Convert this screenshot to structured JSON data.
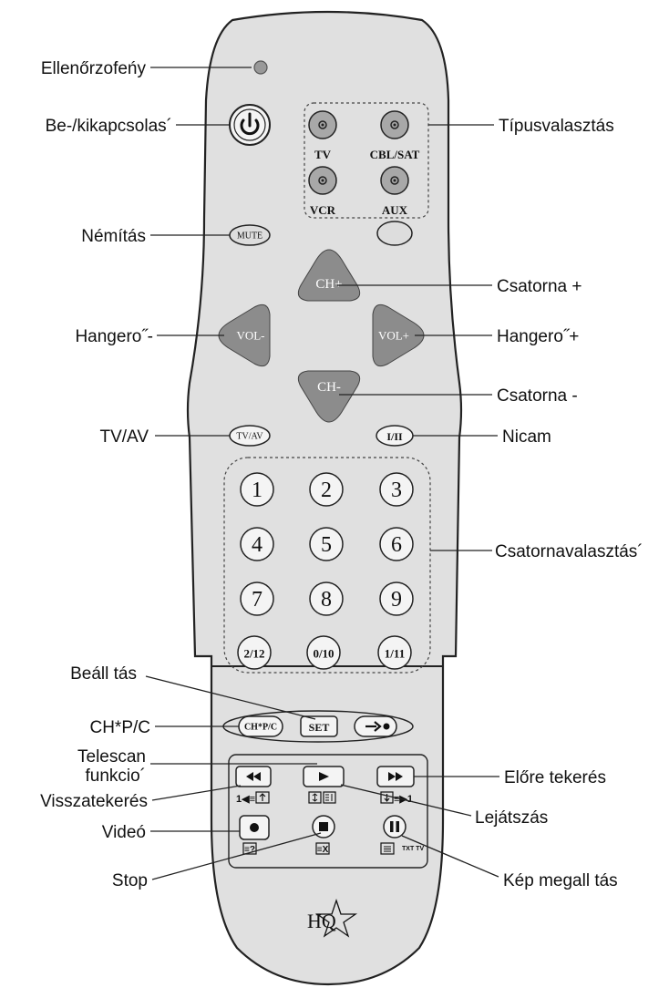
{
  "labels": {
    "indicator": "Ellenőrzofeńy",
    "power": "Be-/kikapcsolas´",
    "mute": "Némítás",
    "volume_down": "Hangero˝-",
    "tv_av": "TV/AV",
    "setup": "Beáll tás",
    "ch_pc": "CH*P/C",
    "telescan_line1": "Telescan",
    "telescan_line2": "funkcio´",
    "rewind": "Visszatekerés",
    "video": "Videó",
    "stop": "Stop",
    "type_select": "Típusvalasztás",
    "channel_up": "Csatorna +",
    "volume_up": "Hangero˝+",
    "channel_down": "Csatorna -",
    "nicam": "Nicam",
    "channel_select": "Csatornavalasztás´",
    "fast_forward": "Előre tekerés",
    "play": "Lejátszás",
    "freeze": "Kép megall tás"
  },
  "buttons": {
    "mode": [
      "TV",
      "CBL/SAT",
      "VCR",
      "AUX"
    ],
    "mute": "MUTE",
    "ch_up": "CH+",
    "ch_down": "CH-",
    "vol_down": "VOL-",
    "vol_up": "VOL+",
    "tv_av": "TV/AV",
    "nicam": "I/II",
    "digits": [
      "1",
      "2",
      "3",
      "4",
      "5",
      "6",
      "7",
      "8",
      "9",
      "2/12",
      "0/10",
      "1/11"
    ],
    "ch_pc": "CH*P/C",
    "set": "SET",
    "txt_tv": "TXT TV"
  },
  "logo": "HQ",
  "icons": {
    "power": "power-icon",
    "rewind": "rewind-icon",
    "play": "play-icon",
    "fast_forward": "fast-forward-icon",
    "record": "record-icon",
    "stop": "stop-icon",
    "pause": "pause-icon",
    "arrow_dot": "arrow-dot-icon",
    "logo_star": "star-icon"
  },
  "colors": {
    "remote_body": "#e0e0e0",
    "dpad": "#8c8c8c",
    "mode_button": "#a8a8a8",
    "button": "#f4f4f4",
    "outline": "#222222"
  }
}
